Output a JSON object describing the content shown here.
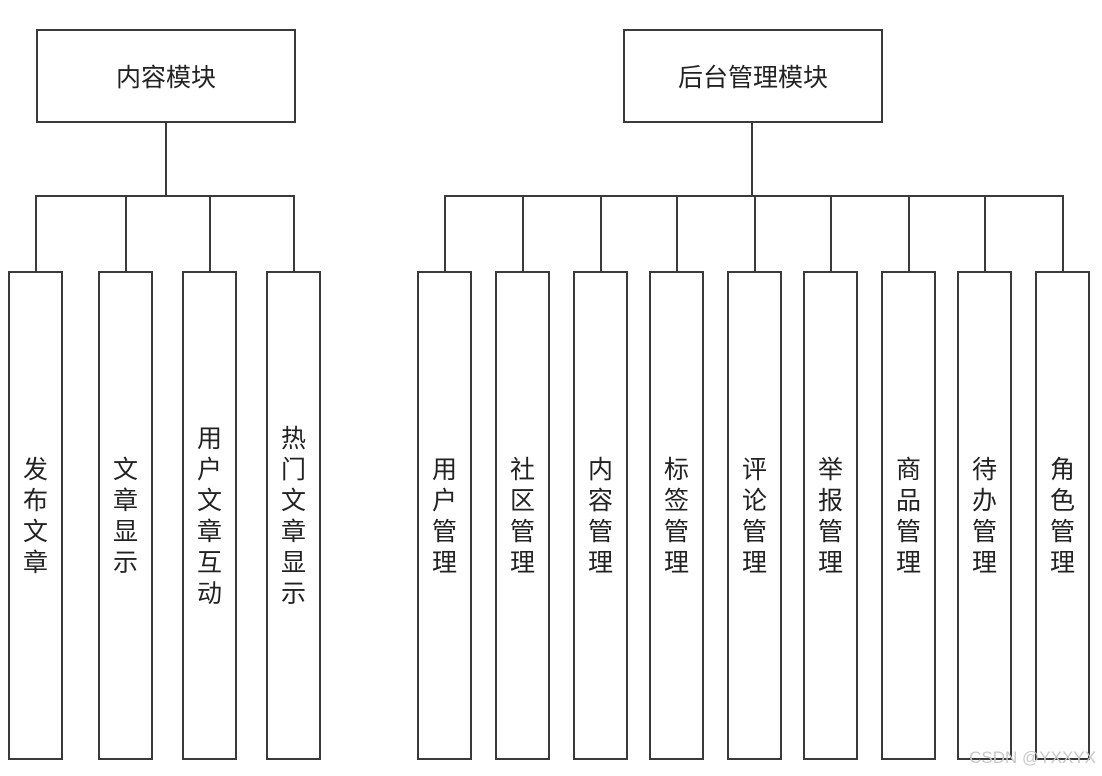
{
  "left_module": {
    "title": "内容模块",
    "children": [
      "发布文章",
      "文章显示",
      "用户文章互动",
      "热门文章显示"
    ]
  },
  "right_module": {
    "title": "后台管理模块",
    "children": [
      "用户管理",
      "社区管理",
      "内容管理",
      "标签管理",
      "评论管理",
      "举报管理",
      "商品管理",
      "待办管理",
      "角色管理"
    ]
  },
  "watermark": "CSDN @YXXYX"
}
